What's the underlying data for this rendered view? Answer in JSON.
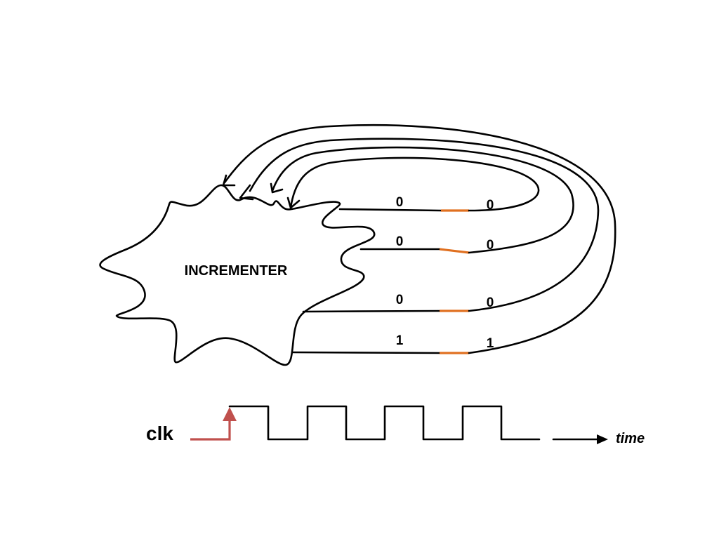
{
  "incrementer_label": "INCREMENTER",
  "bits": [
    {
      "input": "0",
      "output": "0"
    },
    {
      "input": "0",
      "output": "0"
    },
    {
      "input": "0",
      "output": "0"
    },
    {
      "input": "1",
      "output": "1"
    }
  ],
  "clock_label": "clk",
  "time_label": "time",
  "colors": {
    "line": "#000000",
    "register": "#e07020",
    "clock_edge": "#c0504d"
  }
}
